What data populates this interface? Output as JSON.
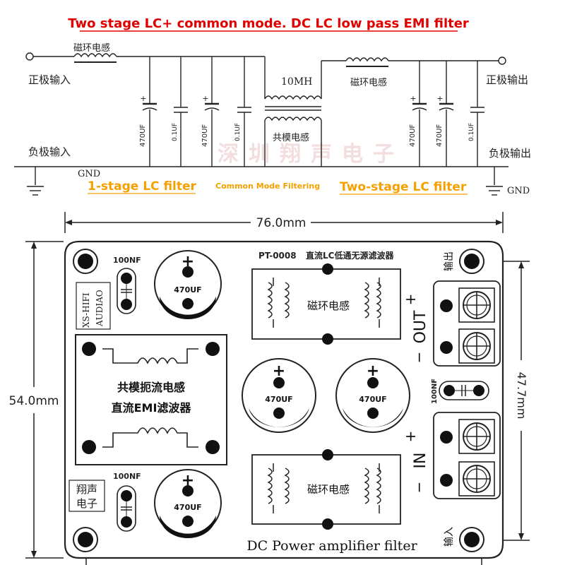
{
  "title": "Two stage LC+ common mode. DC LC low pass EMI filter",
  "schematic": {
    "inductor_left_label": "磁环电感",
    "inductor_right_label": "磁环电感",
    "cm_inductor_value": "10MH",
    "cm_inductor_label": "共模电感",
    "pos_in": "正极输入",
    "neg_in": "负极输入",
    "pos_out": "正极输出",
    "neg_out": "负极输出",
    "gnd_left": "GND",
    "gnd_right": "GND",
    "cap_470": "470UF",
    "cap_01": "0.1UF",
    "sections": {
      "stage1": "1-stage LC filter",
      "common_mode": "Common Mode Filtering",
      "stage2": "Two-stage LC filter"
    },
    "watermark": "深圳翔声电子"
  },
  "board": {
    "width_dim": "76.0mm",
    "height_dim": "54.0mm",
    "inner_dim": "47.7mm",
    "model": "PT-0008",
    "model_cn": "直流LC低通无源滤波器",
    "brand": "XS-HIFI AUDIAO",
    "brand_line1": "XS-HIFI",
    "brand_line2": "AUDIAO",
    "maker_line1": "翔声",
    "maker_line2": "电子",
    "cap_100nf": "100NF",
    "cap_470uf": "470UF",
    "plus": "+",
    "ring_inductor": "磁环电感",
    "cm_choke_line1": "共模扼流电感",
    "cm_choke_line2": "直流EMI滤波器",
    "out_label": "OUT",
    "in_label": "IN",
    "plus_sign": "+",
    "minus_sign": "−",
    "output_cn": "输出",
    "input_cn": "输入",
    "footer": "DC Power amplifier filter"
  },
  "colors": {
    "title": "#e00000",
    "section": "#f5a000",
    "line": "#222222",
    "watermark": "#f2dede"
  }
}
